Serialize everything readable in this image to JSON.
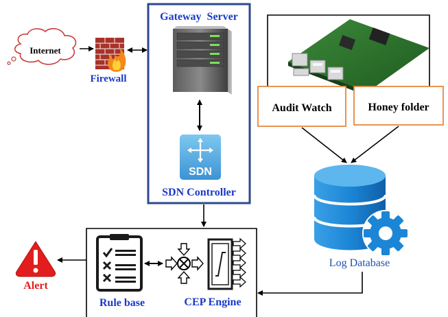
{
  "nodes": {
    "internet": {
      "label": "Internet"
    },
    "firewall": {
      "label": "Firewall"
    },
    "gateway": {
      "label": "Gateway  Server"
    },
    "sdn_icon": {
      "label": "SDN"
    },
    "sdn_controller": {
      "label": "SDN Controller"
    },
    "audit_watch": {
      "label": "Audit Watch"
    },
    "honey_folder": {
      "label": "Honey folder"
    },
    "log_database": {
      "label": "Log Database"
    },
    "alert": {
      "label": "Alert"
    },
    "rule_base": {
      "label": "Rule base"
    },
    "cep_engine": {
      "label": "CEP Engine"
    }
  },
  "colors": {
    "blue_text": "#1a39c8",
    "red_text": "#e41b1b",
    "gateway_border": "#2c4a8c",
    "honeypot_border": "#e8873c",
    "db_blue": "#1c86d6",
    "alert_red": "#e21d1d"
  },
  "icons": [
    "cloud-icon",
    "firewall-icon",
    "server-icon",
    "sdn-icon",
    "board-icon",
    "database-icon",
    "gear-icon",
    "alert-icon",
    "rulebase-icon",
    "operator-icon",
    "cep-icon"
  ]
}
